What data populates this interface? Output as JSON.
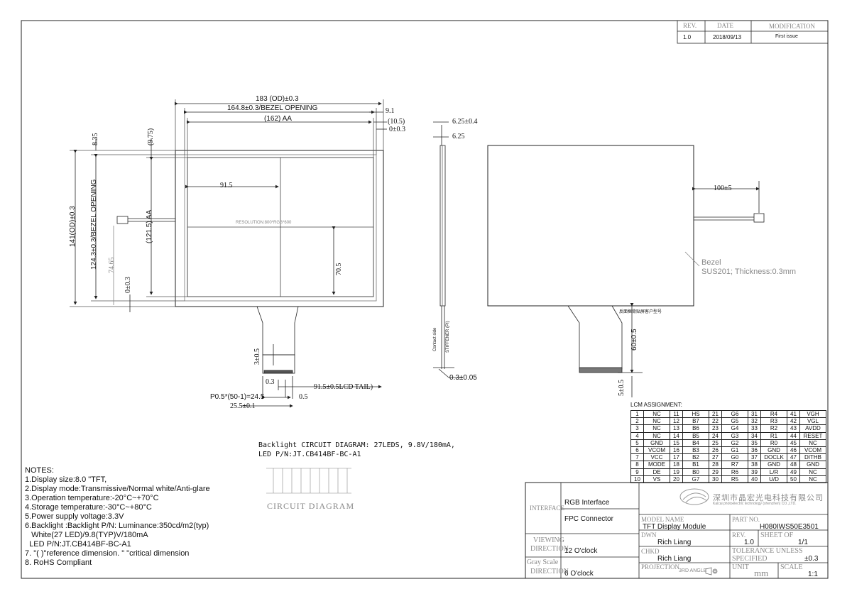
{
  "revision_table": {
    "headers": [
      "REV.",
      "DATE",
      "MODIFICATION"
    ],
    "rows": [
      [
        "1.0",
        "2018/09/13",
        "First issue"
      ]
    ]
  },
  "front_view": {
    "dim_od_width": "183 (OD)±0.3",
    "dim_bezel_width": "164.8±0.3/BEZEL OPENING",
    "dim_aa_width": "(162) AA",
    "dim_9_1": "9.1",
    "dim_10_5": "(10.5)",
    "dim_0_3_top": "0±0.3",
    "dim_8_35": "8.35",
    "dim_9_75": "(9.75)",
    "dim_od_height": "141(OD)±0.3",
    "dim_bezel_height": "124.3±0.3/BEZEL OPENING",
    "dim_aa_height": "(121.5) AA",
    "dim_74_65": "74.65",
    "dim_0_3_left": "0±0.3",
    "dim_91_5": "91.5",
    "dim_70_5": "70.5",
    "resolution": "RESOLUTION:800*RGB*600",
    "dim_3_0_5": "3±0.5",
    "dim_0_3": "0.3",
    "dim_tail": "91.5±0.5LCD TAIL)",
    "dim_pitch": "P0.5*(50-1)=24.5",
    "dim_0_5": "0.5",
    "dim_25_5": "25.5±0.1"
  },
  "side_view": {
    "dim_6_25_0_4": "6.25±0.4",
    "dim_6_25": "6.25",
    "contact_side": "Contact side",
    "stiffener": "STIFFENER (PI)",
    "dim_0_3_0_05": "0.3±0.05"
  },
  "back_view": {
    "dim_100_5": "100±5",
    "bezel_label": "Bezel",
    "bezel_material": "SUS201; Thickness:0.3mm",
    "chinese_note": "反面框背贴屏客户型号",
    "dim_60_0_5": "60±0.5",
    "dim_5_0_5": "5±0.5"
  },
  "backlight": {
    "line1": "Backlight CIRCUIT DIAGRAM: 27LEDS, 9.8V/180mA,",
    "line2": "LED P/N:JT.CB414BF-BC-A1",
    "caption": "CIRCUIT DIAGRAM"
  },
  "notes": {
    "title": "NOTES:",
    "items": [
      "1.Display size:8.0 \"TFT,",
      "2.Display mode:Transmissive/Normal white/Anti-glare",
      "3.Operation temperature:-20°C~+70°C",
      "4.Storage temperature:-30°C~+80°C",
      "5.Power supply voltage:3.3V",
      "6.Backlight :Backlight P/N: Luminance:350cd/m2(typ)",
      "   White(27 LED)/9.8(TYP)V/180mA",
      "  LED P/N:JT.CB414BF-BC-A1",
      "7. \"( )\"reference dimension. \"   \"critical dimension",
      "8. RoHS Compliant"
    ]
  },
  "lcm": {
    "title": "LCM ASSIGNMENT:",
    "rows": [
      [
        "1",
        "NC",
        "11",
        "HS",
        "21",
        "G6",
        "31",
        "R4",
        "41",
        "VGH"
      ],
      [
        "2",
        "NC",
        "12",
        "B7",
        "22",
        "G5",
        "32",
        "R3",
        "42",
        "VGL"
      ],
      [
        "3",
        "NC",
        "13",
        "B6",
        "23",
        "G4",
        "33",
        "R2",
        "43",
        "AVDD"
      ],
      [
        "4",
        "NC",
        "14",
        "B5",
        "24",
        "G3",
        "34",
        "R1",
        "44",
        "RESET"
      ],
      [
        "5",
        "GND",
        "15",
        "B4",
        "25",
        "G2",
        "35",
        "R0",
        "45",
        "NC"
      ],
      [
        "6",
        "VCOM",
        "16",
        "B3",
        "26",
        "G1",
        "36",
        "GND",
        "46",
        "VCOM"
      ],
      [
        "7",
        "VCC",
        "17",
        "B2",
        "27",
        "G0",
        "37",
        "DOCLK",
        "47",
        "DITHB"
      ],
      [
        "8",
        "MODE",
        "18",
        "B1",
        "28",
        "R7",
        "38",
        "GND",
        "48",
        "GND"
      ],
      [
        "9",
        "DE",
        "19",
        "B0",
        "29",
        "R6",
        "39",
        "L/R",
        "49",
        "NC"
      ],
      [
        "10",
        "VS",
        "20",
        "G7",
        "30",
        "R5",
        "40",
        "U/D",
        "50",
        "NC"
      ]
    ]
  },
  "title_block": {
    "interface_label": "INTERFACE",
    "interface_1": "RGB Interface",
    "interface_2": "FPC Connector",
    "viewing_label_1": "VIEWING",
    "viewing_label_2": "DIRECTION",
    "viewing_value": "12 O'clock",
    "gray_label_1": "Gray Scale",
    "gray_label_2": "DIRECTION",
    "gray_value": "6 O'clock",
    "company_cn": "深圳市晶宏光电科技有限公司",
    "company_en": "Kaicai photoelectric technology (shenzhen) CO.,LTD.",
    "model_name_label": "MODEL NAME",
    "model_name": "TFT Display Module",
    "part_no_label": "PART NO.",
    "part_no": "H080IWS50E3501",
    "dwn_label": "DWN",
    "dwn": "Rich Liang",
    "rev_label": "REV.",
    "rev": "1.0",
    "sheet_label": "SHEET OF",
    "sheet": "1/1",
    "chkd_label": "CHKD",
    "chkd": "Rich Liang",
    "tol_label_1": "TOLERANCE UNLESS",
    "tol_label_2": "SPECIFIED",
    "tol": "±0.3",
    "projection_label": "PROJECTION",
    "projection_value": "3RD ANGLE",
    "unit_label": "UNIT",
    "unit": "mm",
    "scale_label": "SCALE",
    "scale": "1:1"
  }
}
